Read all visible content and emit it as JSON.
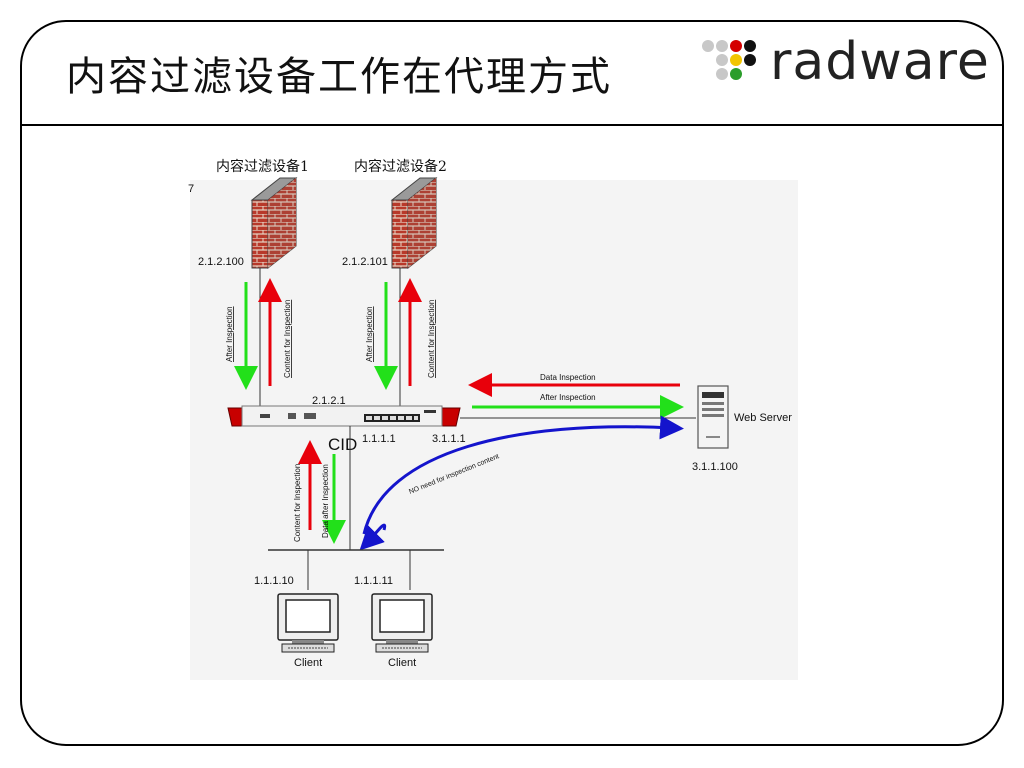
{
  "slide": {
    "title": "内容过滤设备工作在代理方式",
    "logo_text": "radware"
  },
  "diagram": {
    "filters": [
      {
        "name": "内容过滤设备1",
        "ip": "2.1.2.100"
      },
      {
        "name": "内容过滤设备2",
        "ip": "2.1.2.101"
      }
    ],
    "stray_mark": "7",
    "switch": {
      "name": "CID",
      "ip_top": "2.1.2.1",
      "ip_left": "1.1.1.1",
      "ip_right": "3.1.1.1"
    },
    "server": {
      "name": "Web Server",
      "ip": "3.1.1.100"
    },
    "clients": [
      {
        "name": "Client",
        "ip": "1.1.1.10"
      },
      {
        "name": "Client",
        "ip": "1.1.1.11"
      }
    ],
    "arrow_labels": {
      "after_inspection": "After Inspection",
      "content_for_inspection": "Content for Inspection",
      "data_inspection": "Data Inspection",
      "no_need": "NO need for inspection content",
      "data_after_inspection": "Data after Inspection"
    },
    "colors": {
      "red": "#e8000b",
      "green": "#22e01a",
      "blue": "#1414cc",
      "brick": "#b8392a"
    }
  }
}
